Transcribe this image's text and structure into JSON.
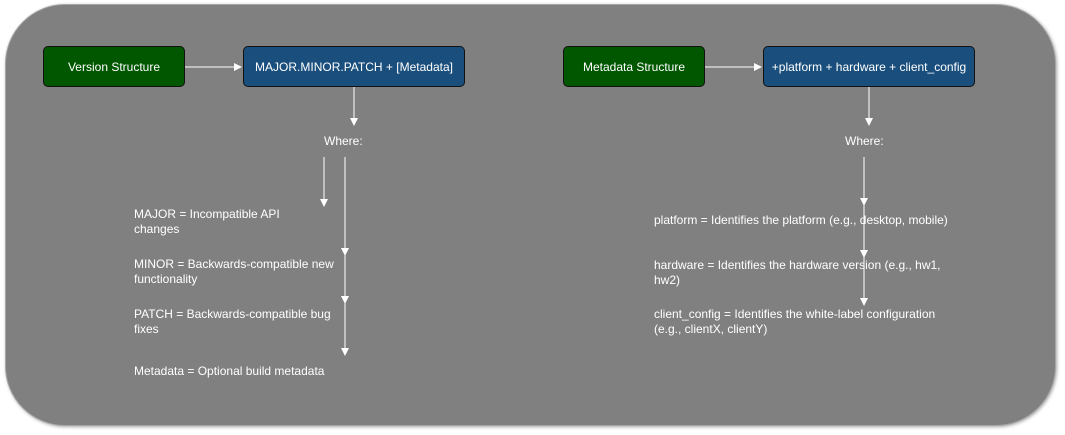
{
  "left": {
    "structure_label": "Version Structure",
    "format_label": "MAJOR.MINOR.PATCH + [Metadata]",
    "where_label": "Where:",
    "items": [
      "MAJOR = Incompatible API changes",
      "MINOR = Backwards-compatible new functionality",
      "PATCH = Backwards-compatible bug fixes",
      "Metadata = Optional build metadata"
    ]
  },
  "right": {
    "structure_label": "Metadata Structure",
    "format_label": "+platform + hardware + client_config",
    "where_label": "Where:",
    "items": [
      "platform = Identifies the platform (e.g., desktop, mobile)",
      "hardware = Identifies the hardware version (e.g., hw1, hw2)",
      "client_config = Identifies the white-label configuration (e.g., clientX, clientY)"
    ]
  },
  "colors": {
    "background": "#808080",
    "structure_node": "#005700",
    "format_node": "#1a4f7d",
    "text": "#ffffff"
  }
}
